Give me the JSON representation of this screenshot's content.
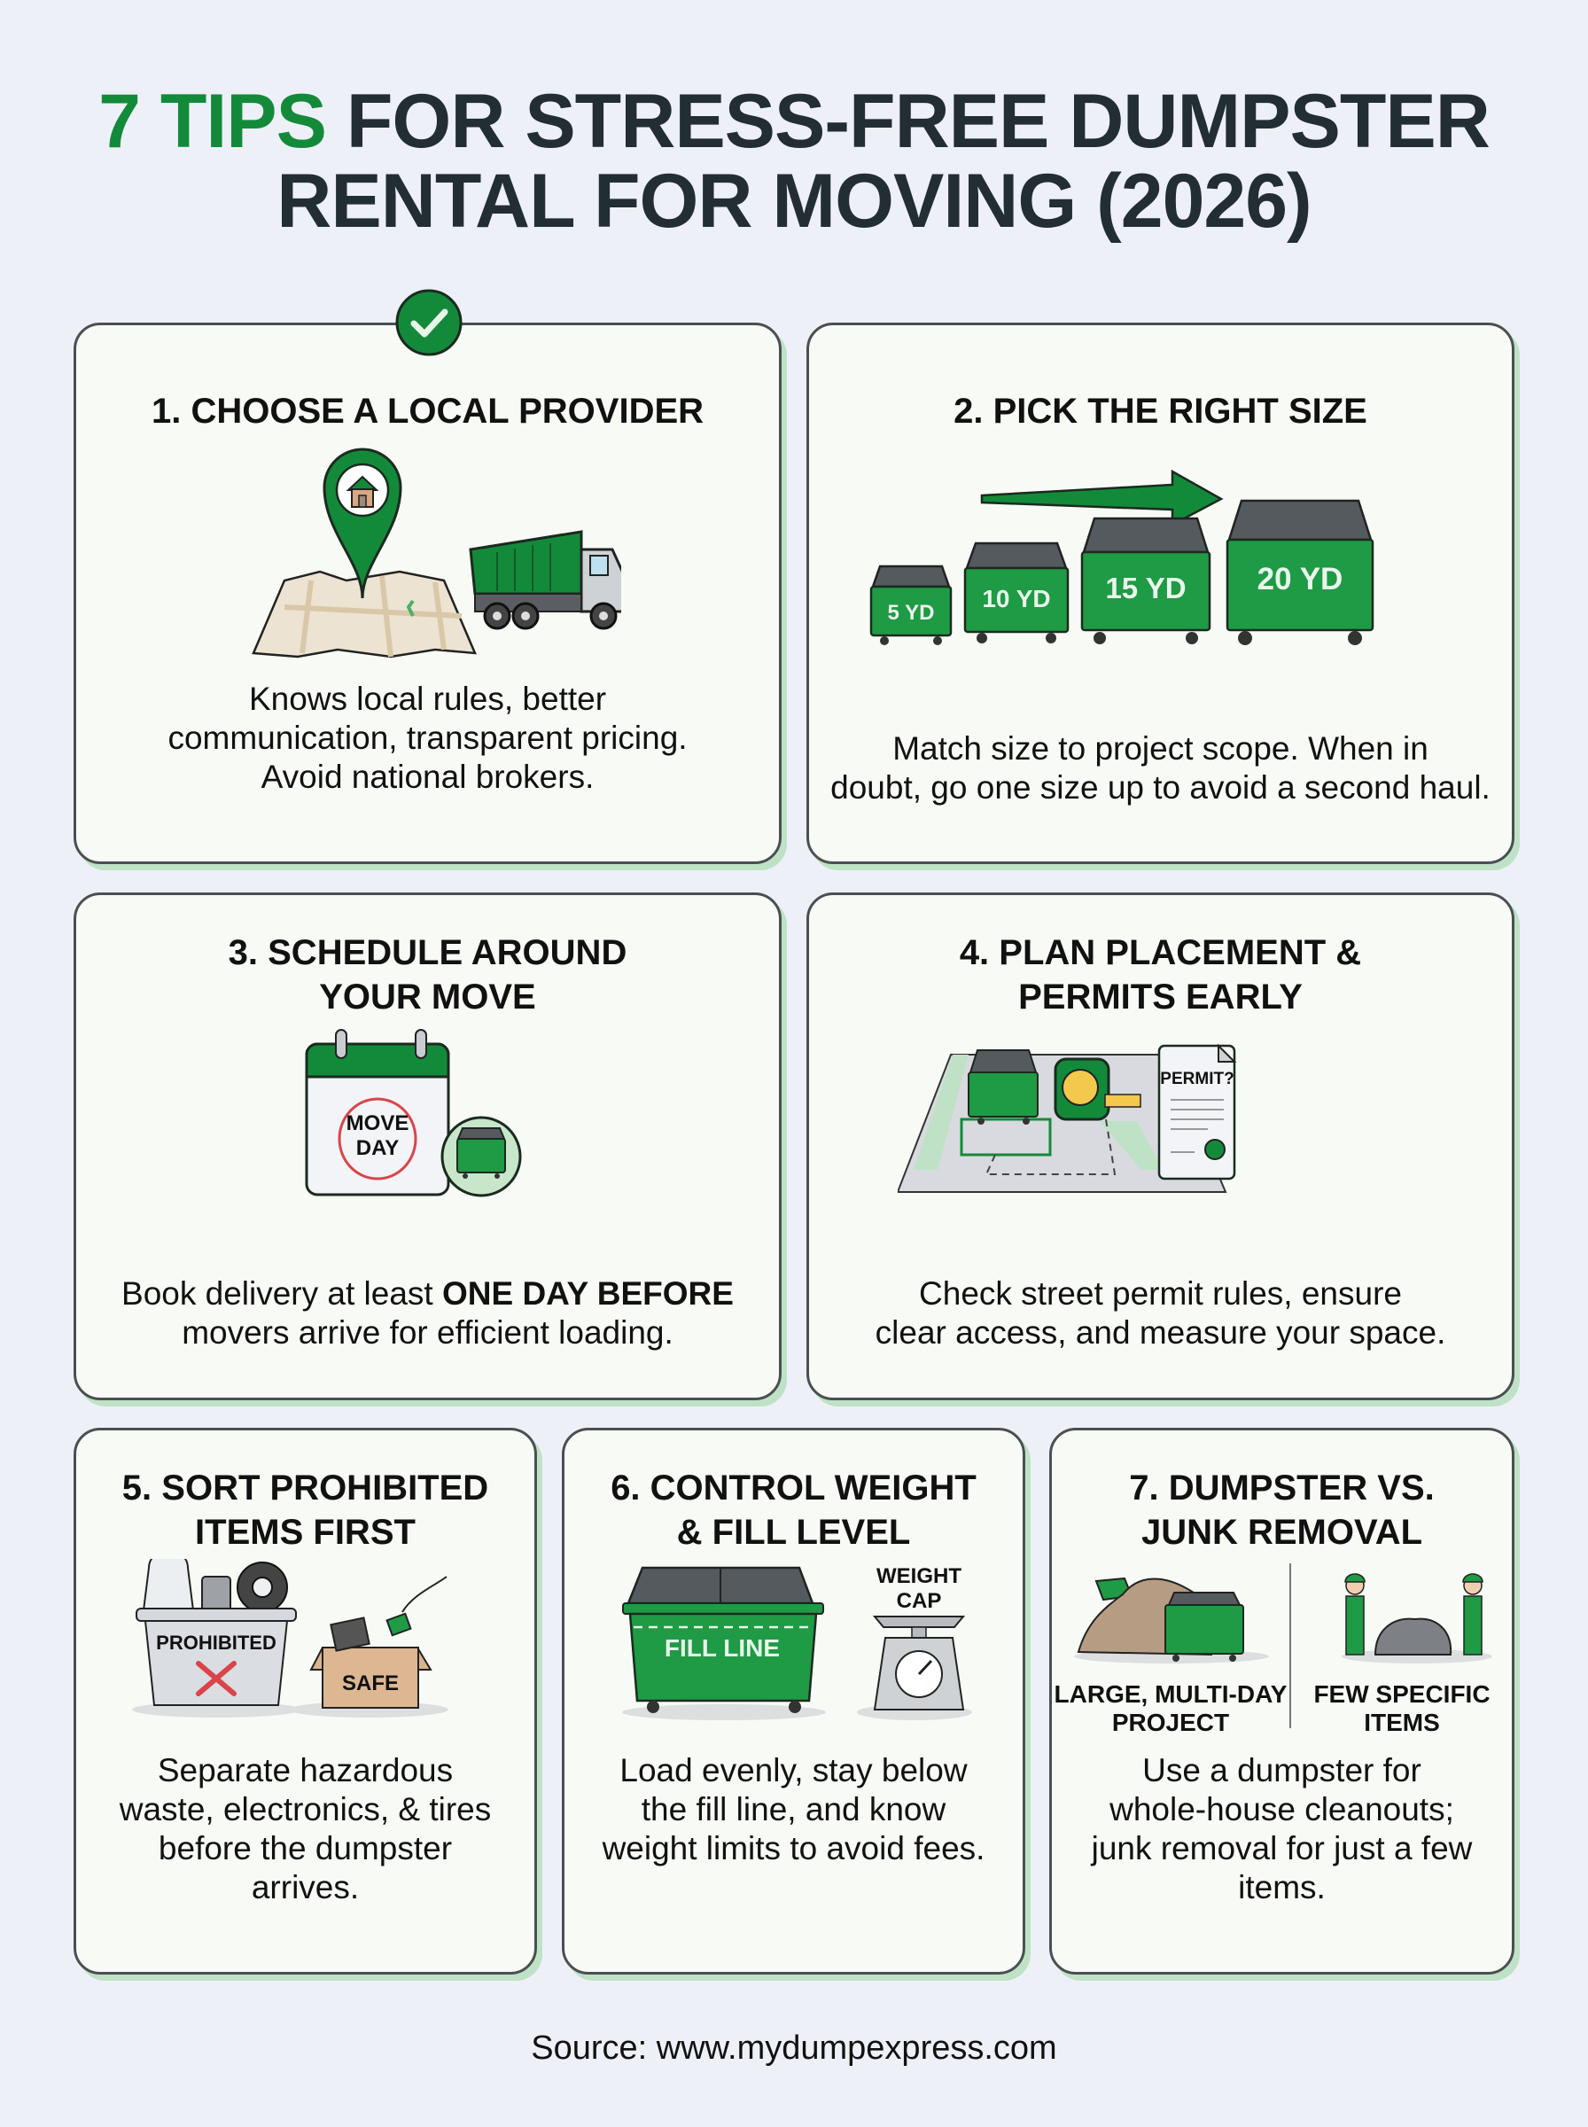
{
  "header": {
    "title_accent": "7 TIPS",
    "title_rest_line1": " FOR STRESS-FREE DUMPSTER",
    "title_line2": "RENTAL FOR MOVING (2026)"
  },
  "colors": {
    "brand_green": "#138a3a",
    "title_dark": "#232d34",
    "background": "#eef0f7",
    "card_bg": "#f7faf5",
    "card_shadow": "#bfe2c6",
    "alert_red": "#d9454a"
  },
  "tips": [
    {
      "title": "1. CHOOSE A LOCAL PROVIDER",
      "body": [
        "Knows local rules, better",
        "communication, transparent pricing.",
        "Avoid national brokers."
      ],
      "icon": "map-pin-truck-icon"
    },
    {
      "title": "2. PICK THE RIGHT SIZE",
      "body": [
        "Match size to project scope. When in",
        "doubt, go one size up to avoid a second haul."
      ],
      "icon": "dumpster-sizes-icon",
      "sizes": [
        "5 YD",
        "10 YD",
        "15 YD",
        "20 YD"
      ]
    },
    {
      "title_line1": "3. SCHEDULE AROUND",
      "title_line2": "YOUR MOVE",
      "body_pre": "Book delivery at least ",
      "body_bold": "ONE DAY BEFORE",
      "body_line2": "movers arrive for efficient loading.",
      "icon": "calendar-icon",
      "calendar_label_1": "MOVE",
      "calendar_label_2": "DAY"
    },
    {
      "title_line1": "4. PLAN PLACEMENT &",
      "title_line2": "PERMITS EARLY",
      "body": [
        "Check street permit rules, ensure",
        "clear access, and measure your space."
      ],
      "icon": "placement-permit-icon",
      "permit_label": "PERMIT?"
    },
    {
      "title_line1": "5. SORT PROHIBITED",
      "title_line2": "ITEMS FIRST",
      "body": [
        "Separate hazardous",
        "waste, electronics, & tires",
        "before the dumpster",
        "arrives."
      ],
      "icon": "sorting-bins-icon",
      "bin_label": "PROHIBITED",
      "box_label": "SAFE"
    },
    {
      "title_line1": "6. CONTROL WEIGHT",
      "title_line2": "& FILL LEVEL",
      "body": [
        "Load evenly, stay below",
        "the fill line, and know",
        "weight limits to avoid fees."
      ],
      "icon": "fill-line-scale-icon",
      "fill_label": "FILL LINE",
      "scale_label_1": "WEIGHT",
      "scale_label_2": "CAP"
    },
    {
      "title_line1": "7. DUMPSTER VS.",
      "title_line2": "JUNK REMOVAL",
      "body": [
        "Use a dumpster for",
        "whole-house cleanouts;",
        "junk removal for just a few",
        "items."
      ],
      "icon": "dumpster-vs-junk-icon",
      "left_label_1": "LARGE, MULTI-DAY",
      "left_label_2": "PROJECT",
      "right_label_1": "FEW SPECIFIC",
      "right_label_2": "ITEMS"
    }
  ],
  "footer": {
    "source": "Source: www.mydumpexpress.com"
  }
}
